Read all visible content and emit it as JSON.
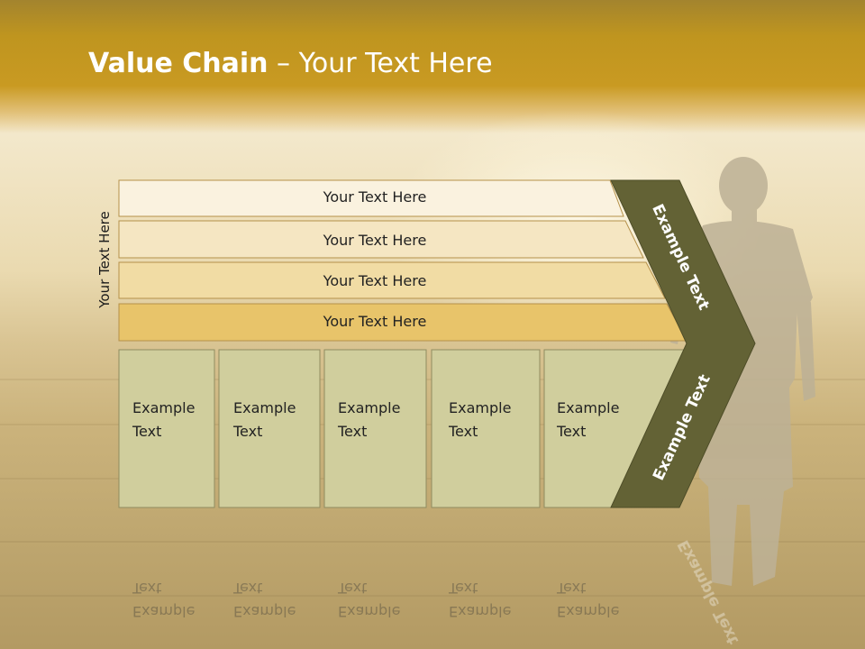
{
  "slide": {
    "title_bold": "Value Chain",
    "title_rest": " – Your Text Here",
    "side_label": "Your Text Here"
  },
  "bars": [
    {
      "label": "Your Text Here",
      "color": "#faf2df"
    },
    {
      "label": "Your Text Here",
      "color": "#f5e6c2"
    },
    {
      "label": "Your Text Here",
      "color": "#f1dca4"
    },
    {
      "label": "Your Text Here",
      "color": "#e8c46a"
    }
  ],
  "columns": [
    {
      "line1": "Example",
      "line2": "Text"
    },
    {
      "line1": "Example",
      "line2": "Text"
    },
    {
      "line1": "Example",
      "line2": "Text"
    },
    {
      "line1": "Example",
      "line2": "Text"
    },
    {
      "line1": "Example",
      "line2": "Text"
    }
  ],
  "chevron": {
    "upper_label": "Example Text",
    "lower_label": "Example Text",
    "color": "#636235"
  },
  "colors": {
    "column_fill": "#d0ce9d",
    "column_stroke": "#8f8c60",
    "bar_stroke": "#b5914a",
    "header": "#c99a22"
  }
}
